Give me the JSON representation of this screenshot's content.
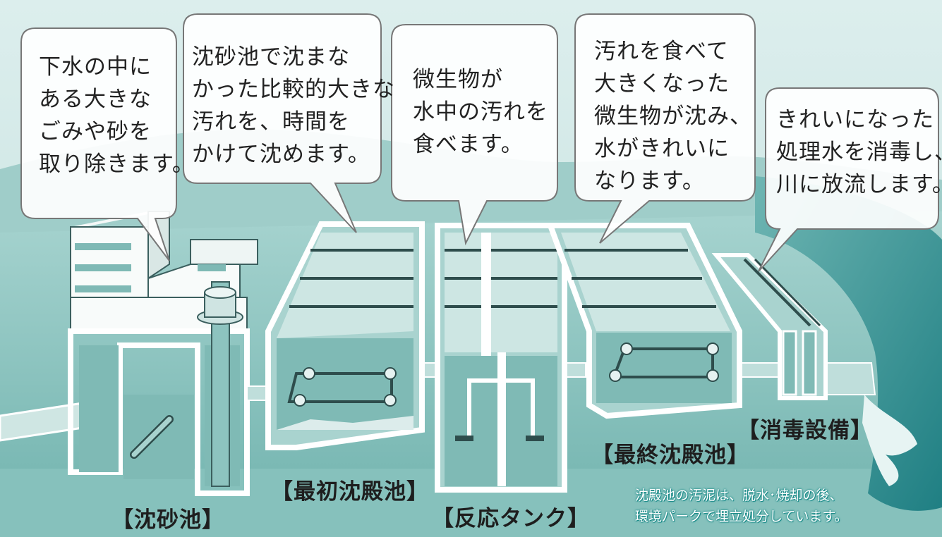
{
  "bubbles": {
    "grit_chamber": "下水の中に\nある大きな\nごみや砂を\n取り除きます。",
    "primary_tank": "沈砂池で沈まな\nかった比較的大きな\n汚れを、時間を\nかけて沈めます。",
    "reaction_tank": "微生物が\n水中の汚れを\n食べます。",
    "final_tank": "汚れを食べて\n大きくなった\n微生物が沈み、\n水がきれいに\nなります。",
    "disinfection": "きれいになった\n処理水を消毒し、\n川に放流します。"
  },
  "labels": {
    "grit_chamber": "【沈砂池】",
    "primary_tank": "【最初沈殿池】",
    "reaction_tank": "【反応タンク】",
    "final_tank": "【最終沈殿池】",
    "disinfection": "【消毒設備】"
  },
  "note": "沈殿池の汚泥は、脱水･焼却の後、\n環境パークで埋立処分しています。",
  "colors": {
    "sky": "#e4f1ef",
    "hills": "#8ec7c3",
    "ground": "#7fbdb8",
    "water": "#77b3ae",
    "outline": "#ffffff",
    "river": "#2f8d90"
  }
}
